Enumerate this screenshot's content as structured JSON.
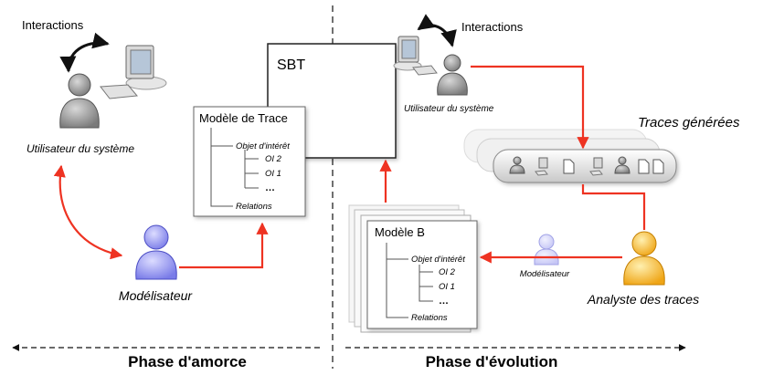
{
  "left": {
    "interactions": "Interactions",
    "user_label": "Utilisateur du système",
    "modeler_label": "Modélisateur",
    "model": {
      "title": "Modèle de Trace",
      "object": "Objet d'intérêt",
      "oi2": "OI 2",
      "oi1": "OI 1",
      "dots": "…",
      "relations": "Relations"
    }
  },
  "center": {
    "sbt": "SBT"
  },
  "right": {
    "interactions": "Interactions",
    "user_label": "Utilisateur du système",
    "traces_label": "Traces générées",
    "analyst_label": "Analyste des traces",
    "modeler_small": "Modélisateur",
    "model": {
      "title": "Modèle B",
      "object": "Objet d'intérêt",
      "oi2": "OI 2",
      "oi1": "OI 1",
      "dots": "…",
      "relations": "Relations"
    }
  },
  "phases": {
    "left": "Phase d'amorce",
    "right": "Phase d'évolution"
  },
  "colors": {
    "arrow": "#ee3322",
    "modeler": "#8a8cf0",
    "analyst": "#f2b21a",
    "person": "#8c8c8c"
  }
}
